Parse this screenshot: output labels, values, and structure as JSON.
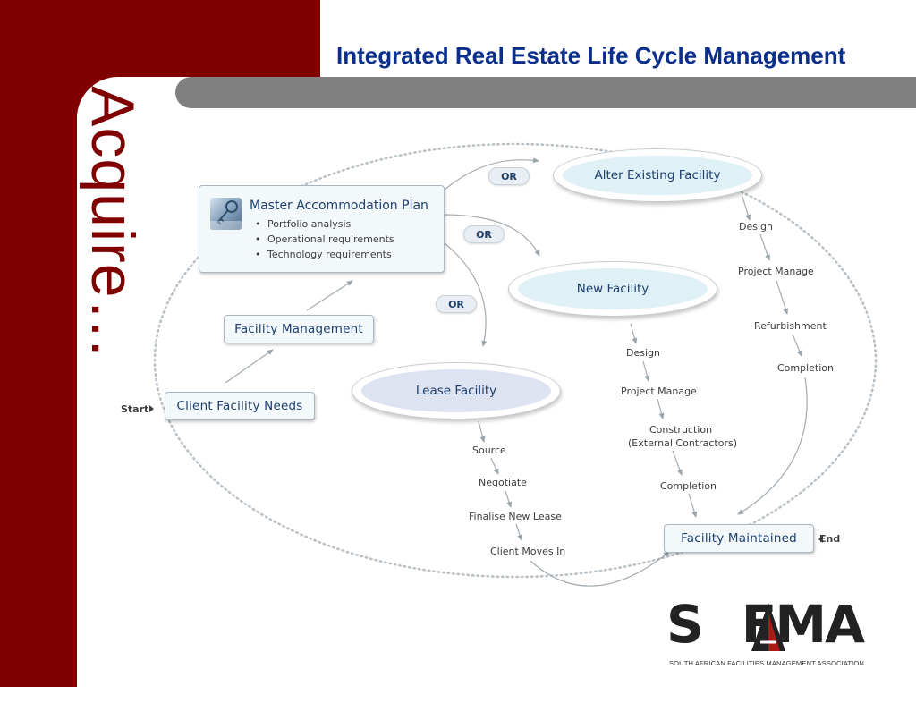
{
  "slide": {
    "title": "Integrated Real Estate Life Cycle Management",
    "side_word": "Acquire…"
  },
  "colors": {
    "side_band": "#800000",
    "title_blue": "#0a2e8c",
    "grey_bar": "#808080",
    "box_text": "#1d3f6e"
  },
  "diagram": {
    "start_label": "Start",
    "end_label": "End",
    "or_label": "OR",
    "master_plan": {
      "title": "Master Accommodation Plan",
      "bullets": [
        "Portfolio analysis",
        "Operational requirements",
        "Technology requirements"
      ],
      "icon": "keys-photo-icon"
    },
    "client_needs": "Client Facility Needs",
    "facility_management": "Facility Management",
    "facility_maintained": "Facility Maintained",
    "alter_existing": {
      "label": "Alter Existing Facility",
      "steps": [
        "Design",
        "Project Manage",
        "Refurbishment",
        "Completion"
      ]
    },
    "new_facility": {
      "label": "New Facility",
      "steps": [
        "Design",
        "Project Manage",
        "Construction",
        "(External Contractors)",
        "Completion"
      ]
    },
    "lease_facility": {
      "label": "Lease Facility",
      "steps": [
        "Source",
        "Negotiate",
        "Finalise New Lease",
        "Client Moves In"
      ]
    }
  },
  "logo": {
    "name": "SAFMA",
    "subtitle": "SOUTH AFRICAN FACILITIES MANAGEMENT ASSOCIATION"
  }
}
